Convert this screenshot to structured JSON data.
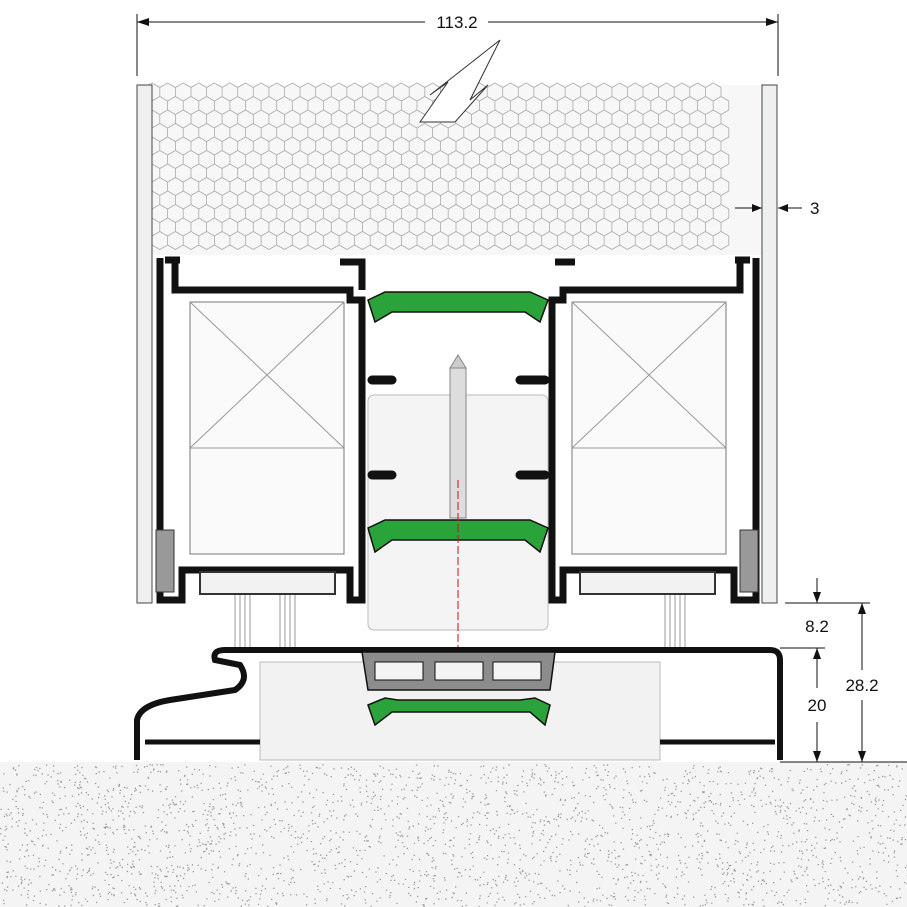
{
  "dimensions": {
    "overall_width": "113.2",
    "glass_thickness": "3",
    "sill_gap": "8.2",
    "threshold_height": "20",
    "total_height": "28.2"
  },
  "colors": {
    "gasket": "#2aa43a",
    "profile": "#111111",
    "insert": "#8c8c8c",
    "glass": "#eef0f0",
    "ground": "#e6e6e6",
    "axis": "#d01010"
  }
}
